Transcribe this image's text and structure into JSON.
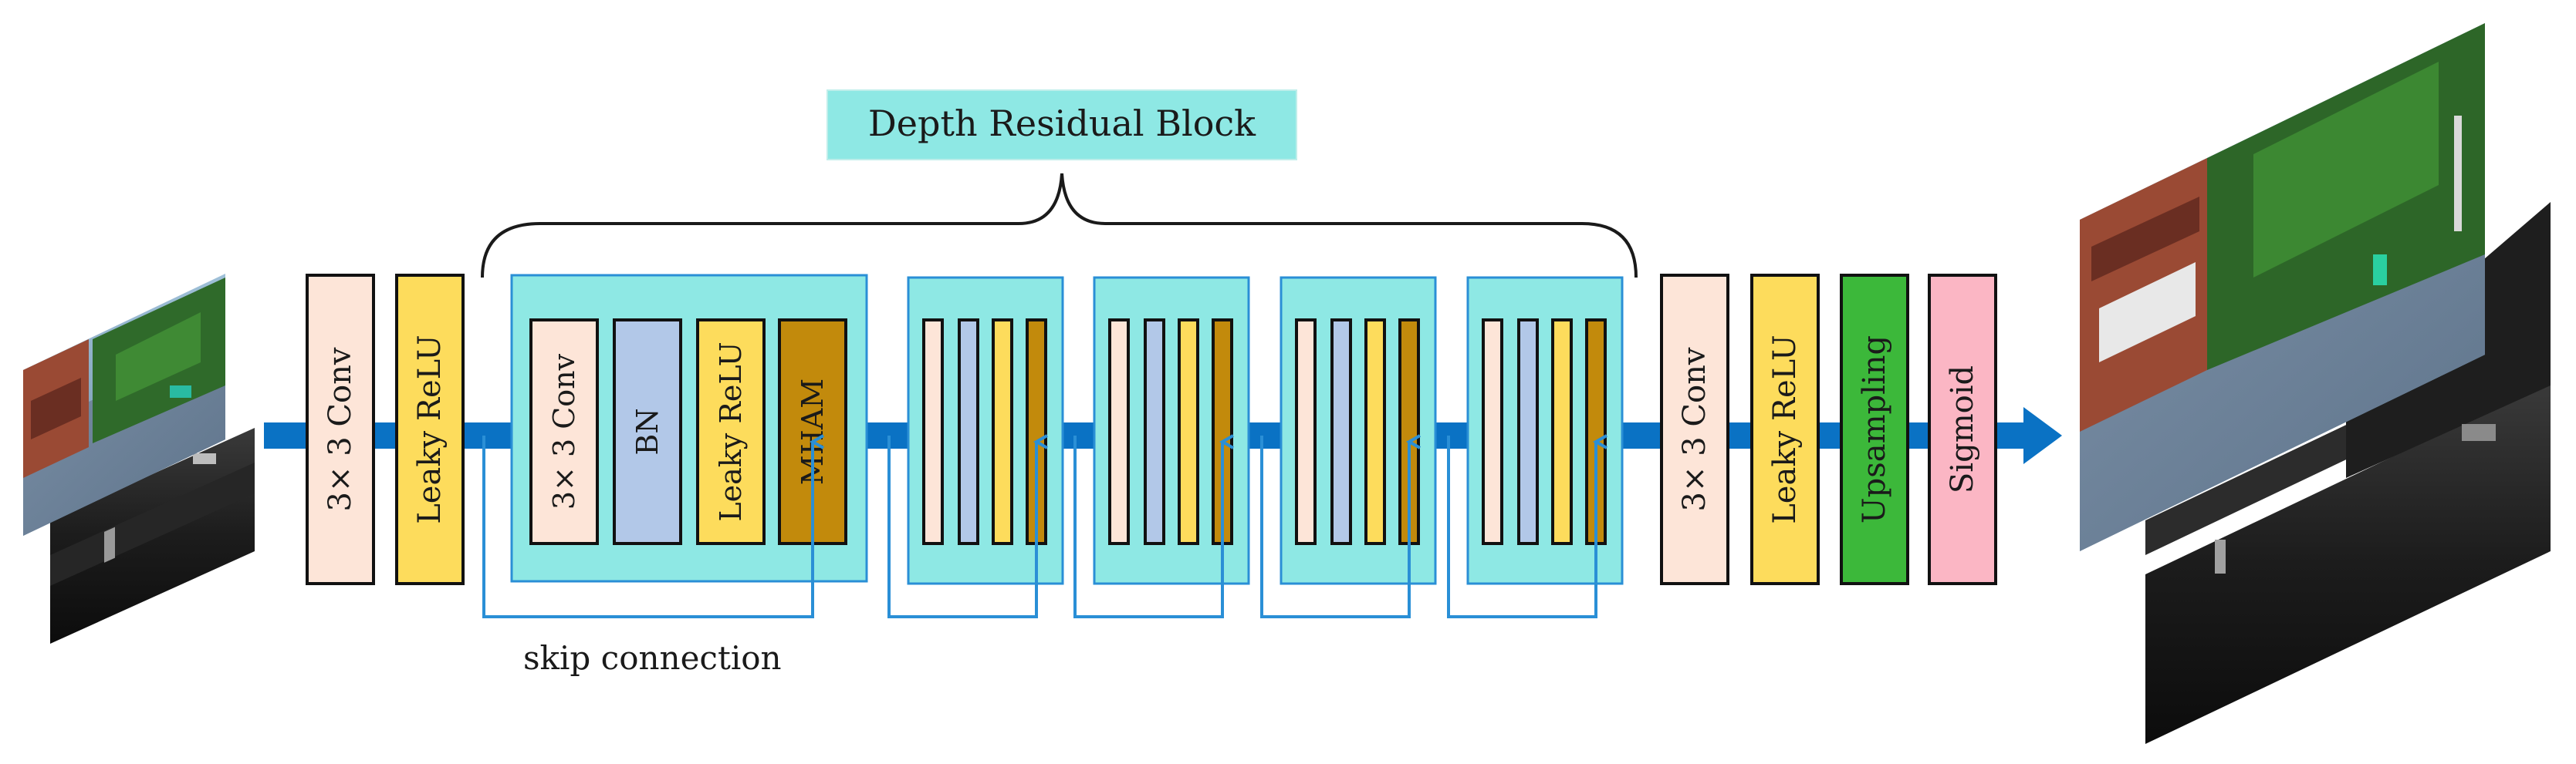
{
  "title": "Depth Residual Block",
  "skip_label": "skip connection",
  "input_blocks": [
    {
      "label": "3× 3  Conv",
      "color": "#fde5d8"
    },
    {
      "label": "Leaky ReLU",
      "color": "#fddc5c"
    }
  ],
  "residual_inner": [
    {
      "label": "3× 3  Conv",
      "color": "#fde5d8"
    },
    {
      "label": "BN",
      "color": "#b2c8e8"
    },
    {
      "label": "Leaky ReLU",
      "color": "#fddc5c"
    },
    {
      "label": "MHAM",
      "color": "#c28a0c"
    }
  ],
  "output_blocks": [
    {
      "label": "3× 3  Conv",
      "color": "#fde5d8"
    },
    {
      "label": "Leaky ReLU",
      "color": "#fddc5c"
    },
    {
      "label": "Upsampling",
      "color": "#3cb83a"
    },
    {
      "label": "Sigmoid",
      "color": "#fbb6c4"
    }
  ],
  "colors": {
    "flow": "#0a72c4",
    "skip": "#2a8fd6",
    "residual_fill": "#8ee8e4",
    "residual_border": "#2a8fd6",
    "title_fill": "#8ee8e4"
  },
  "repeated_blocks": 4
}
